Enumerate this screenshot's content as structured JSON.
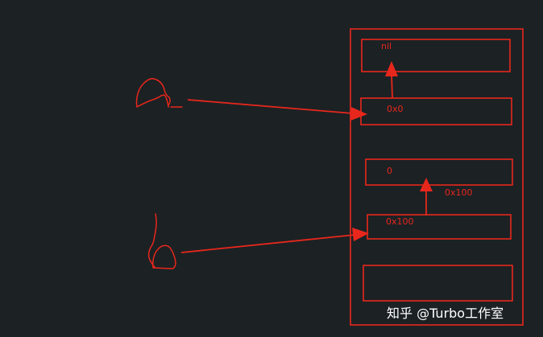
{
  "memory": {
    "slot_nil_label": "nil",
    "slot_0x0_label": "0x0",
    "slot_0_label": "0",
    "slot_0x100_label": "0x100",
    "arrow_0x100_label": "0x100"
  },
  "watermark": {
    "text": "知乎 @Turbo工作室"
  },
  "colors": {
    "background": "#1c2124",
    "ink": "#e8271c",
    "watermark": "#ffffff"
  }
}
